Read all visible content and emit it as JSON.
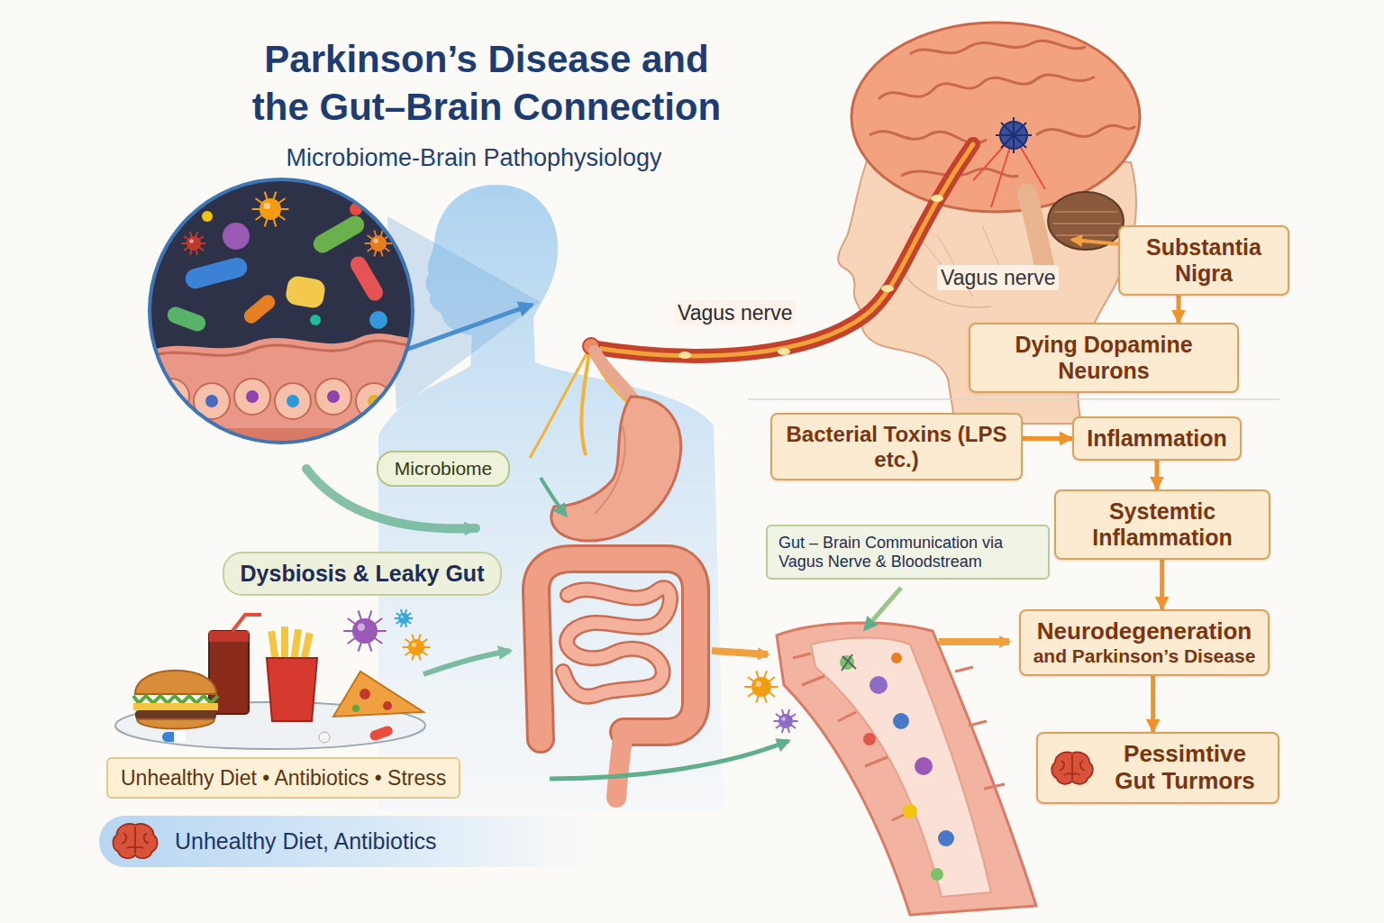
{
  "diagram": {
    "title": "Parkinson’s Disease and the Gut–Brain Connection",
    "nodes": [
      {
        "text": [
          "Substantia Nigra"
        ]
      },
      {
        "text": [
          "Dying Dopamine Neurons"
        ]
      },
      {
        "text": [
          "Bacterial Toxins (LPS etc.)"
        ]
      },
      {
        "text": [
          "Inflammation"
        ]
      },
      {
        "text": [
          "Systemtic Inflammation"
        ]
      },
      {
        "text": [
          "Gut – Brain Communication via Vagus Nerve & Bloodstream"
        ]
      },
      {
        "text": [
          "Neurodegeneration",
          "and Parkinson’s Disease"
        ]
      },
      {
        "text": [
          "Pessimtive Gut Turmors"
        ]
      },
      {
        "text": [
          "Microbiome"
        ]
      },
      {
        "text": [
          "Dysbiosis & Leaky Gut"
        ]
      },
      {
        "text": [
          "Unhealthy Diet • Antibiotics • Stress"
        ]
      },
      {
        "text": [
          "Unhealthy Diet, Antibiotics"
        ]
      }
    ],
    "edges": [
      {
        "from": 0,
        "to": 1,
        "arrow": "to"
      },
      {
        "from": 2,
        "to": 3,
        "arrow": "to"
      },
      {
        "from": 3,
        "to": 4,
        "arrow": "to"
      },
      {
        "from": 4,
        "to": 6,
        "arrow": "to"
      },
      {
        "from": 6,
        "to": 7,
        "arrow": "to"
      }
    ],
    "labels": [
      "Microbiome-Brain Pathophysiology",
      "Vagus nerve",
      "Vagus nerve"
    ]
  }
}
